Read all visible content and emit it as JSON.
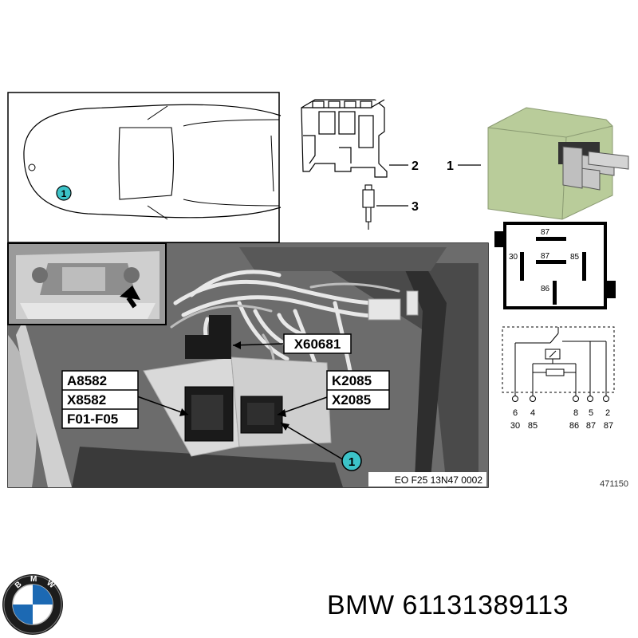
{
  "top_view": {
    "callout_1": "1"
  },
  "parts": {
    "label_1": "1",
    "label_2": "2",
    "label_3": "3"
  },
  "pinout": {
    "pin_87_top": "87",
    "pin_30": "30",
    "pin_87_mid": "87",
    "pin_85": "85",
    "pin_86": "86"
  },
  "schematic": {
    "pin_numbers": [
      "6",
      "4",
      "8",
      "5",
      "2"
    ],
    "pin_names": [
      "30",
      "85",
      "86",
      "87",
      "87"
    ]
  },
  "photo": {
    "connector_x60681": "X60681",
    "label_a8582": "A8582",
    "label_x8582": "X8582",
    "label_f01_f05": "F01-F05",
    "label_k2085": "K2085",
    "label_x2085": "X2085",
    "callout_1": "1",
    "reference": "EO F25 13N47 0002"
  },
  "figure_number": "471150",
  "footer": {
    "brand": "BMW",
    "part_number": "61131389113"
  },
  "colors": {
    "callout_fill": "#3cc3c8",
    "relay_body": "#b9cc9a",
    "photo_bg": "#6a6a6a"
  },
  "logo": {
    "letters": "BMW"
  }
}
